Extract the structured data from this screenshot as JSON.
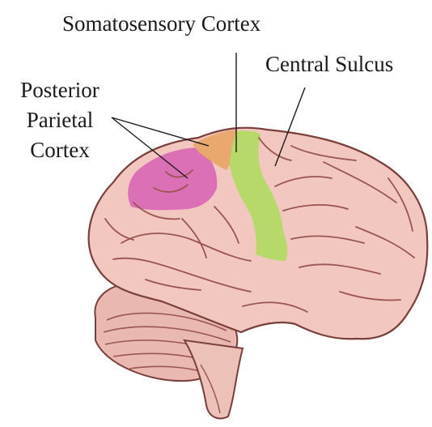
{
  "labels": {
    "somatosensory": "Somatosensory Cortex",
    "central_sulcus": "Central Sulcus",
    "posterior_parietal_line1": "Posterior",
    "posterior_parietal_line2": "Parietal",
    "posterior_parietal_line3": "Cortex"
  },
  "colors": {
    "brain_fill": "#f2c7bf",
    "brain_outline": "#7a3f3a",
    "gyri_lines": "#9a5550",
    "somatosensory_orange": "#e8a86e",
    "posterior_parietal_magenta": "#d760b5",
    "central_green": "#b7d96a",
    "cerebellum": "#e9b8b0",
    "label_text": "#1a1a1a",
    "leader_line": "#1a1a1a"
  }
}
